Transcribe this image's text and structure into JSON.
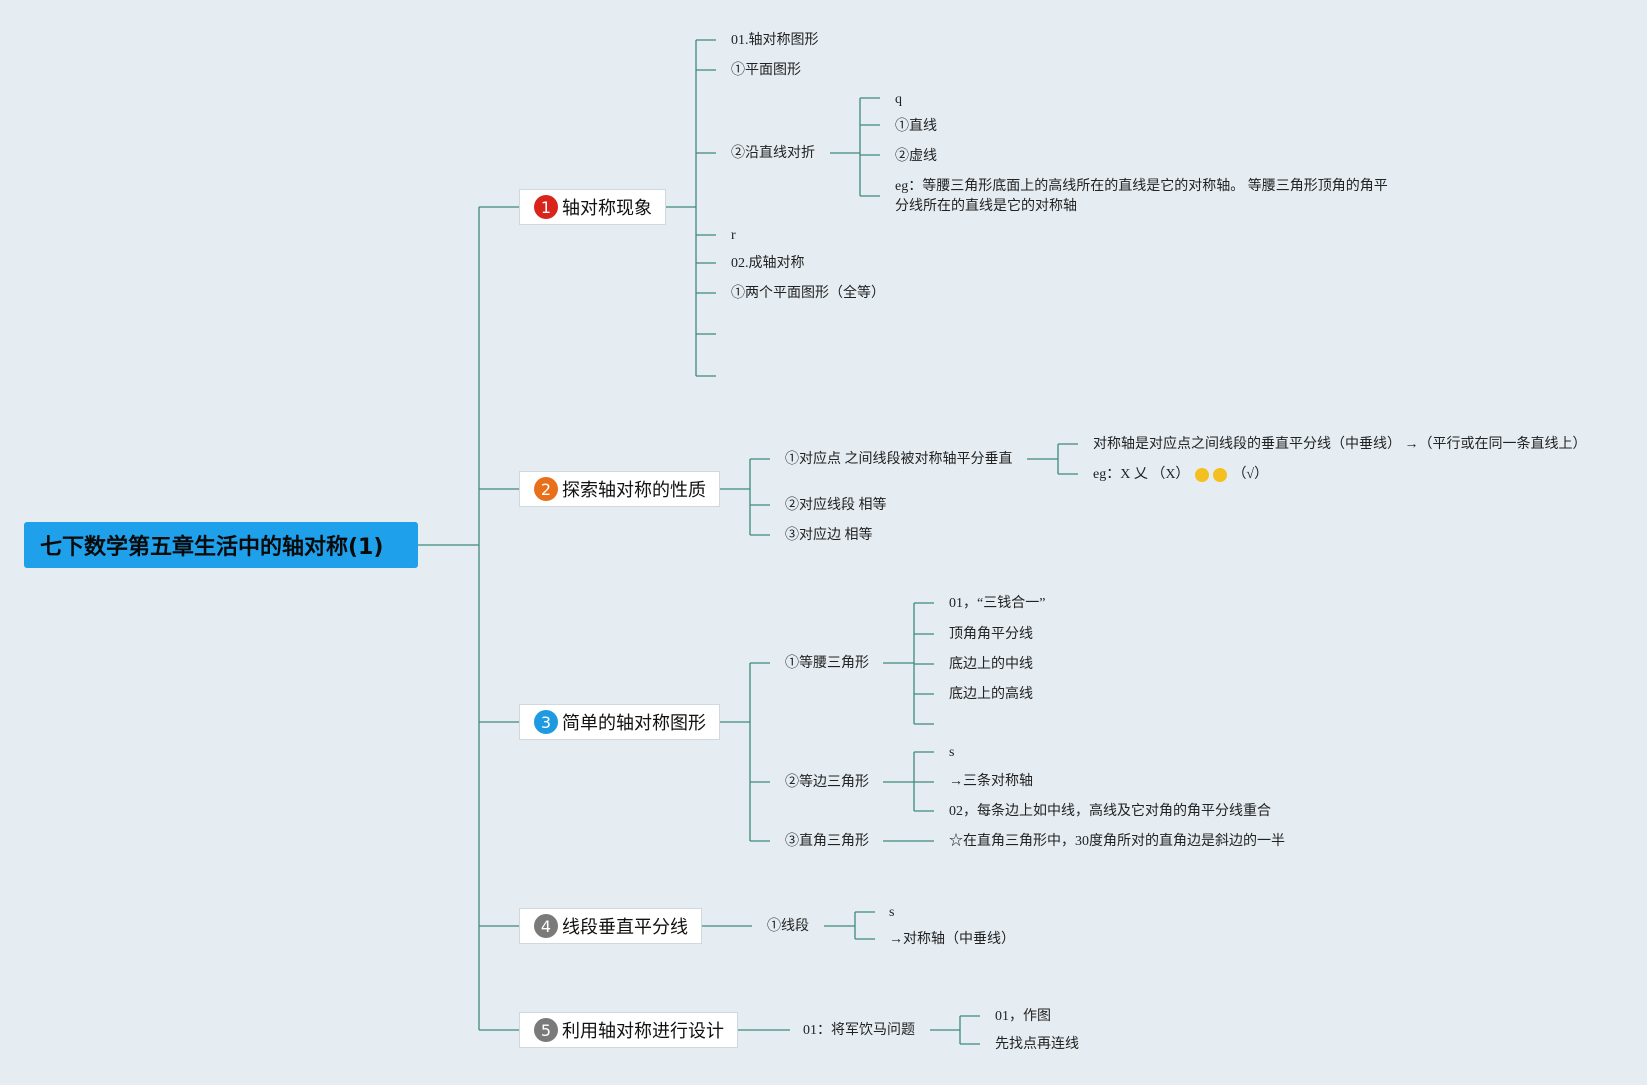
{
  "root": {
    "title": "七下数学第五章生活中的轴对称(1)"
  },
  "branches": [
    {
      "num": "1",
      "color": "#d8241a",
      "label": "轴对称现象"
    },
    {
      "num": "2",
      "color": "#e8701a",
      "label": "探索轴对称的性质"
    },
    {
      "num": "3",
      "color": "#1e9ae0",
      "label": "简单的轴对称图形"
    },
    {
      "num": "4",
      "color": "#7a7a7a",
      "label": "线段垂直平分线"
    },
    {
      "num": "5",
      "color": "#7a7a7a",
      "label": "利用轴对称进行设计"
    }
  ],
  "b1": {
    "items": [
      "01.轴对称图形",
      "①平面图形",
      "②沿直线对折",
      "r",
      "02.成轴对称",
      "①两个平面图形（全等）"
    ],
    "fold": [
      "q",
      "①直线",
      "②虚线",
      "eg：等腰三角形底面上的高线所在的直线是它的对称轴。 等腰三角形顶角的角平分线所在的直线是它的对称轴"
    ]
  },
  "b2": {
    "items": [
      "①对应点 之间线段被对称轴平分垂直",
      "②对应线段 相等",
      "③对应边 相等"
    ],
    "sub": [
      "对称轴是对应点之间线段的垂直平分线（中垂线） →（平行或在同一条直线上）",
      "eg：X 乂 （X）",
      "（√）"
    ]
  },
  "b3": {
    "items": [
      "①等腰三角形",
      "②等边三角形",
      "③直角三角形"
    ],
    "iso": [
      "01，“三钱合一”",
      "顶角角平分线",
      "底边上的中线",
      "底边上的高线"
    ],
    "equi": [
      "s",
      "→三条对称轴",
      "02，每条边上如中线，高线及它对角的角平分线重合"
    ],
    "right": [
      "☆在直角三角形中，30度角所对的直角边是斜边的一半"
    ]
  },
  "b4": {
    "item": "①线段",
    "sub": [
      "s",
      "→对称轴（中垂线）"
    ]
  },
  "b5": {
    "item": "01：将军饮马问题",
    "sub": [
      "01，作图",
      "先找点再连线"
    ]
  },
  "colors": {
    "line": "#3e8a7c",
    "background": "#e5edf2",
    "root": "#1ea0ea"
  }
}
